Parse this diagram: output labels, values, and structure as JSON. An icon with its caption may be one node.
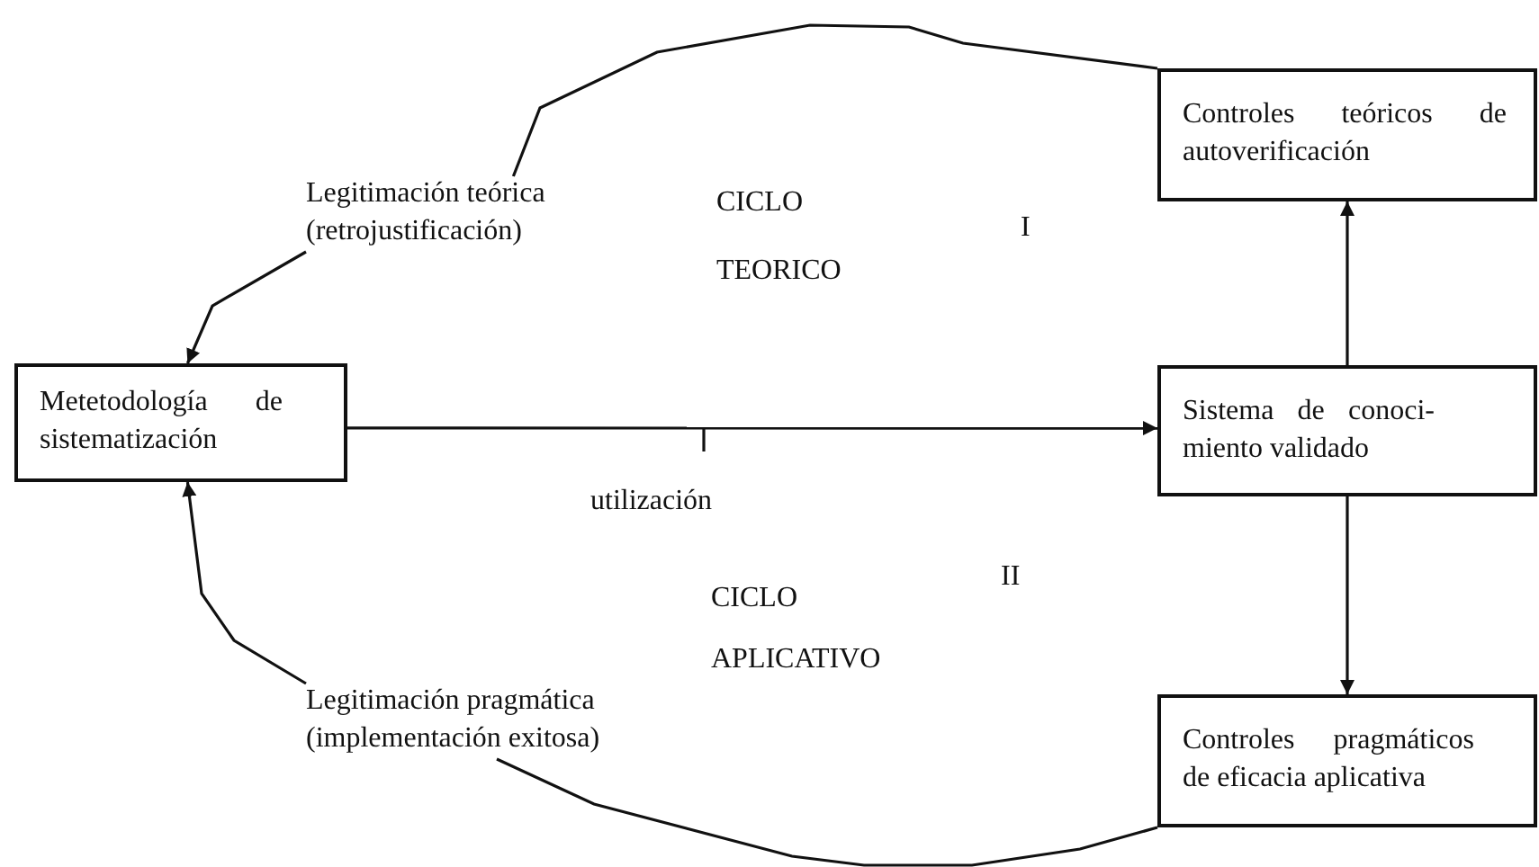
{
  "diagram": {
    "nodes": [
      {
        "text": [
          "Metetodología de sistematización"
        ]
      },
      {
        "text": [
          "Legitimación teórica (retrojustificación)"
        ]
      },
      {
        "text": [
          "Controles teóricos de autoverificación"
        ]
      },
      {
        "text": [
          "Sistema de conoci- miento validado"
        ]
      },
      {
        "text": [
          "Legitimación pragmática (implementación exitosa)"
        ]
      },
      {
        "text": [
          "Controles pragmáticos de eficacia aplicativa"
        ]
      }
    ],
    "edges": [
      {
        "from": 0,
        "to": 3,
        "arrow": "to",
        "label": "utilización"
      },
      {
        "from": 3,
        "to": 2,
        "arrow": "to"
      },
      {
        "from": 3,
        "to": 5,
        "arrow": "to"
      },
      {
        "from": 1,
        "to": 0,
        "arrow": "to"
      },
      {
        "from": 4,
        "to": 0,
        "arrow": "to"
      },
      {
        "from": 2,
        "to": 1,
        "arrow": "none"
      },
      {
        "from": 5,
        "to": 4,
        "arrow": "none"
      }
    ],
    "labels": [
      "CICLO",
      "TEORICO",
      "I",
      "CICLO",
      "APLICATIVO",
      "II"
    ]
  }
}
